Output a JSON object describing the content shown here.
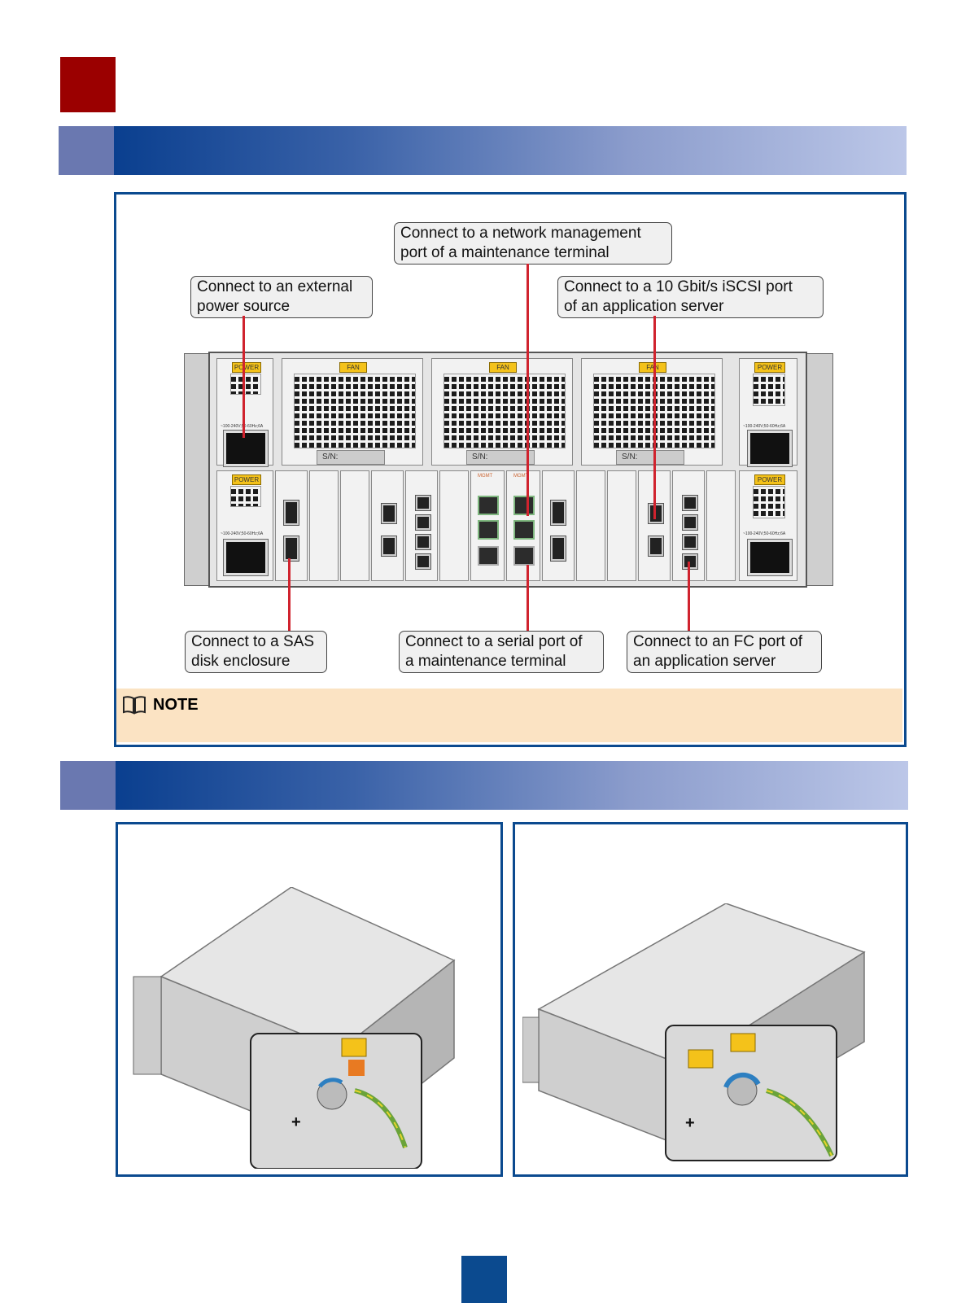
{
  "diagram": {
    "callouts": {
      "power": [
        "Connect to an external",
        "power source"
      ],
      "mgmt": [
        "Connect to a network management",
        "port  of a maintenance terminal"
      ],
      "iscsi": [
        "Connect to a 10 Gbit/s iSCSI port",
        "of an application server"
      ],
      "sas": [
        "Connect to a SAS",
        "disk enclosure"
      ],
      "serial": [
        "Connect to a serial port of",
        "a maintenance terminal"
      ],
      "fc": [
        "Connect to an FC port of",
        "an application server"
      ]
    },
    "device_labels": {
      "power": "POWER",
      "fan": "FAN",
      "sn": "S/N:",
      "psu_rating": "~100-240V;50-60Hz;6A",
      "mgmt": "MGMT"
    },
    "note_label": "NOTE"
  },
  "colors": {
    "accent_red": "#9b0000",
    "frame_blue": "#0b4a8f",
    "leader_red": "#d0232e",
    "note_bg": "#fbe3c3",
    "badge_yellow": "#f4c21a"
  }
}
